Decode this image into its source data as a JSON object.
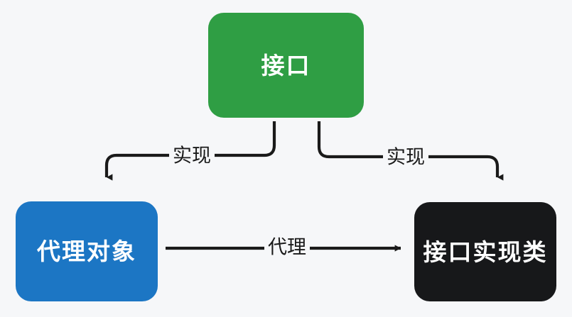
{
  "diagram": {
    "type": "flowchart",
    "background_color": "#f6f7f9",
    "nodes": [
      {
        "id": "interface",
        "label": "接口",
        "shape": "rounded-rectangle",
        "fill_color": "#2f9e44",
        "text_color": "#ffffff"
      },
      {
        "id": "proxy",
        "label": "代理对象",
        "shape": "rounded-rectangle",
        "fill_color": "#1c76c4",
        "text_color": "#ffffff"
      },
      {
        "id": "impl",
        "label": "接口实现类",
        "shape": "rounded-rectangle",
        "fill_color": "#17181a",
        "text_color": "#ffffff"
      }
    ],
    "edges": [
      {
        "id": "implements-left",
        "label": "实现",
        "from": "interface",
        "to": "proxy",
        "arrow": "end",
        "color": "#1a1a1a"
      },
      {
        "id": "implements-right",
        "label": "实现",
        "from": "interface",
        "to": "impl",
        "arrow": "end",
        "color": "#1a1a1a"
      },
      {
        "id": "proxy-to-impl",
        "label": "代理",
        "from": "proxy",
        "to": "impl",
        "arrow": "end",
        "color": "#1a1a1a"
      }
    ]
  }
}
